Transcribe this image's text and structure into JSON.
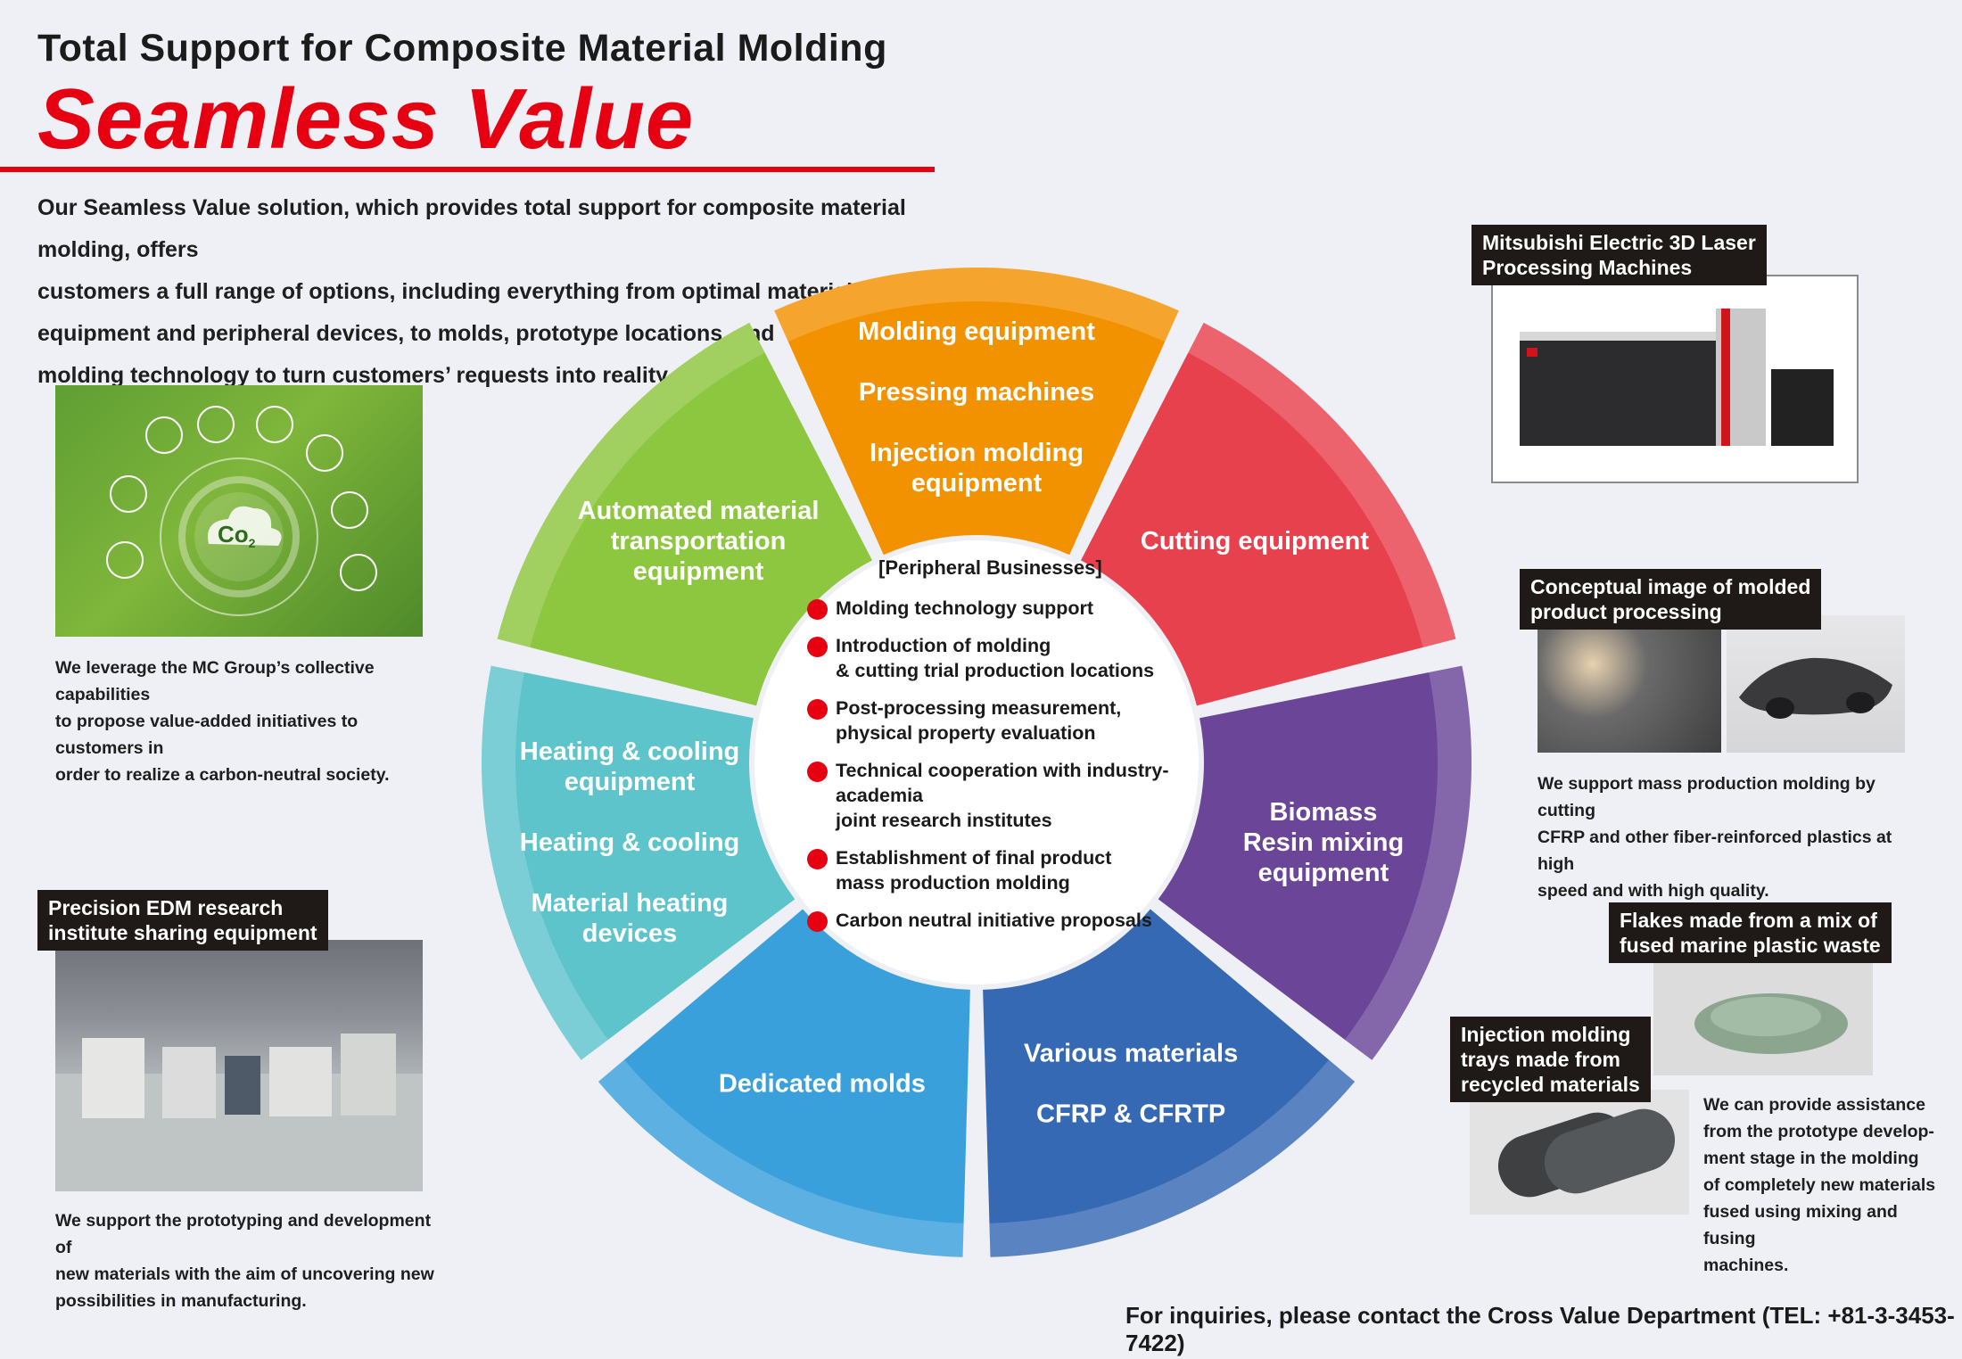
{
  "header": {
    "subtitle": "Total Support for Composite Material Molding",
    "title": "Seamless Value",
    "intro_lines": [
      "Our Seamless Value solution, which provides total support for composite material molding, offers",
      "customers a full range of options, including everything from optimal materials,",
      "equipment and peripheral devices, to molds, prototype locations, and",
      "molding technology to turn customers’ requests into reality."
    ]
  },
  "left_panels": {
    "co2": {
      "badge": "Co",
      "badge_sub": "2",
      "caption_lines": [
        "We leverage the MC Group’s collective capabilities",
        "to propose value-added initiatives to customers in",
        "order to realize a carbon-neutral society."
      ]
    },
    "edm": {
      "tag_lines": [
        "Precision EDM research",
        "institute sharing equipment"
      ],
      "caption_lines": [
        "We support the prototyping and development of",
        "new materials with the aim of uncovering new",
        "possibilities in manufacturing."
      ]
    }
  },
  "wheel": {
    "segments": [
      {
        "lines": [
          "Molding equipment",
          "",
          "Pressing machines",
          "",
          "Injection molding",
          "equipment"
        ],
        "color": "#f39200"
      },
      {
        "lines": [
          "Cutting equipment"
        ],
        "color": "#e8414e"
      },
      {
        "lines": [
          "Biomass",
          "Resin mixing",
          "equipment"
        ],
        "color": "#6a4598"
      },
      {
        "lines": [
          "Various materials",
          "",
          "CFRP & CFRTP"
        ],
        "color": "#3569b4"
      },
      {
        "lines": [
          "Dedicated molds"
        ],
        "color": "#3aa0dc"
      },
      {
        "lines": [
          "Heating & cooling",
          "equipment",
          "",
          "Heating & cooling",
          "",
          "Material heating",
          "devices"
        ],
        "color": "#5ec4cc"
      },
      {
        "lines": [
          "Automated material",
          "transportation",
          "equipment"
        ],
        "color": "#8dc63f"
      }
    ],
    "peripheral_heading": "[Peripheral Businesses]",
    "peripheral_items": [
      [
        "Molding technology support"
      ],
      [
        "Introduction of molding",
        "& cutting trial production locations"
      ],
      [
        "Post-processing measurement,",
        "physical property evaluation"
      ],
      [
        "Technical cooperation with industry-academia",
        "joint research institutes"
      ],
      [
        "Establishment of final product",
        "mass production molding"
      ],
      [
        "Carbon neutral initiative proposals"
      ]
    ]
  },
  "right_panels": {
    "laser": {
      "tag_lines": [
        "Mitsubishi Electric 3D Laser",
        "Processing Machines"
      ]
    },
    "molded": {
      "tag_lines": [
        "Conceptual image of molded",
        "product processing"
      ],
      "caption_lines": [
        "We support mass production molding by cutting",
        "CFRP and other fiber-reinforced plastics at high",
        "speed and with high quality."
      ]
    },
    "flakes": {
      "tag_lines": [
        "Flakes made from a mix of",
        "fused marine plastic waste"
      ]
    },
    "trays": {
      "tag_lines": [
        "Injection molding",
        "trays made from",
        "recycled materials"
      ],
      "caption_lines": [
        "We can provide assistance",
        "from the prototype develop-",
        "ment stage in the molding",
        "of completely new materials",
        "fused using mixing and fusing",
        "machines."
      ]
    }
  },
  "footer": "For inquiries, please contact the Cross Value Department (TEL: +81-3-3453-7422)"
}
